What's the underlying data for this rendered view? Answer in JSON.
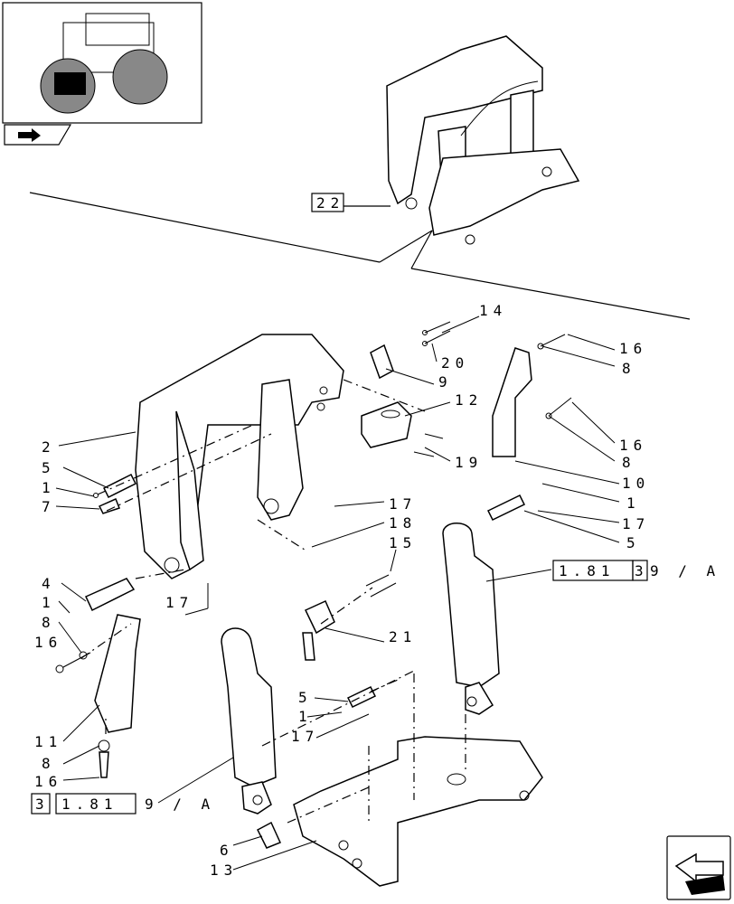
{
  "thumbnail": {
    "icon": "tractor-thumbnail-icon",
    "nav_icon": "nav-book-arrow-icon"
  },
  "refs": {
    "top_ref": "22",
    "right_ref_a": "1.81",
    "right_ref_b": "3",
    "right_ref_c": "9 / A",
    "left_ref_a": "3",
    "left_ref_b": "1.81",
    "left_ref_c": "9 / A"
  },
  "labels": {
    "l14": "14",
    "l20": "20",
    "l9": "9",
    "l12": "12",
    "l19": "19",
    "l16a": "16",
    "l8a": "8",
    "l16b": "16",
    "l8b": "8",
    "l10": "10",
    "l1r": "1",
    "l17r": "17",
    "l5r": "5",
    "l2": "2",
    "l5": "5",
    "l1": "1",
    "l7": "7",
    "l17a": "17",
    "l18": "18",
    "l15": "15",
    "l4": "4",
    "l1b": "1",
    "l8c": "8",
    "l16c": "16",
    "l17b": "17",
    "l21": "21",
    "l5b": "5",
    "l1c": "1",
    "l17c": "17",
    "l11": "11",
    "l8d": "8",
    "l16d": "16",
    "l6": "6",
    "l13": "13"
  },
  "footer": {
    "icon": "next-page-arrow-icon"
  }
}
